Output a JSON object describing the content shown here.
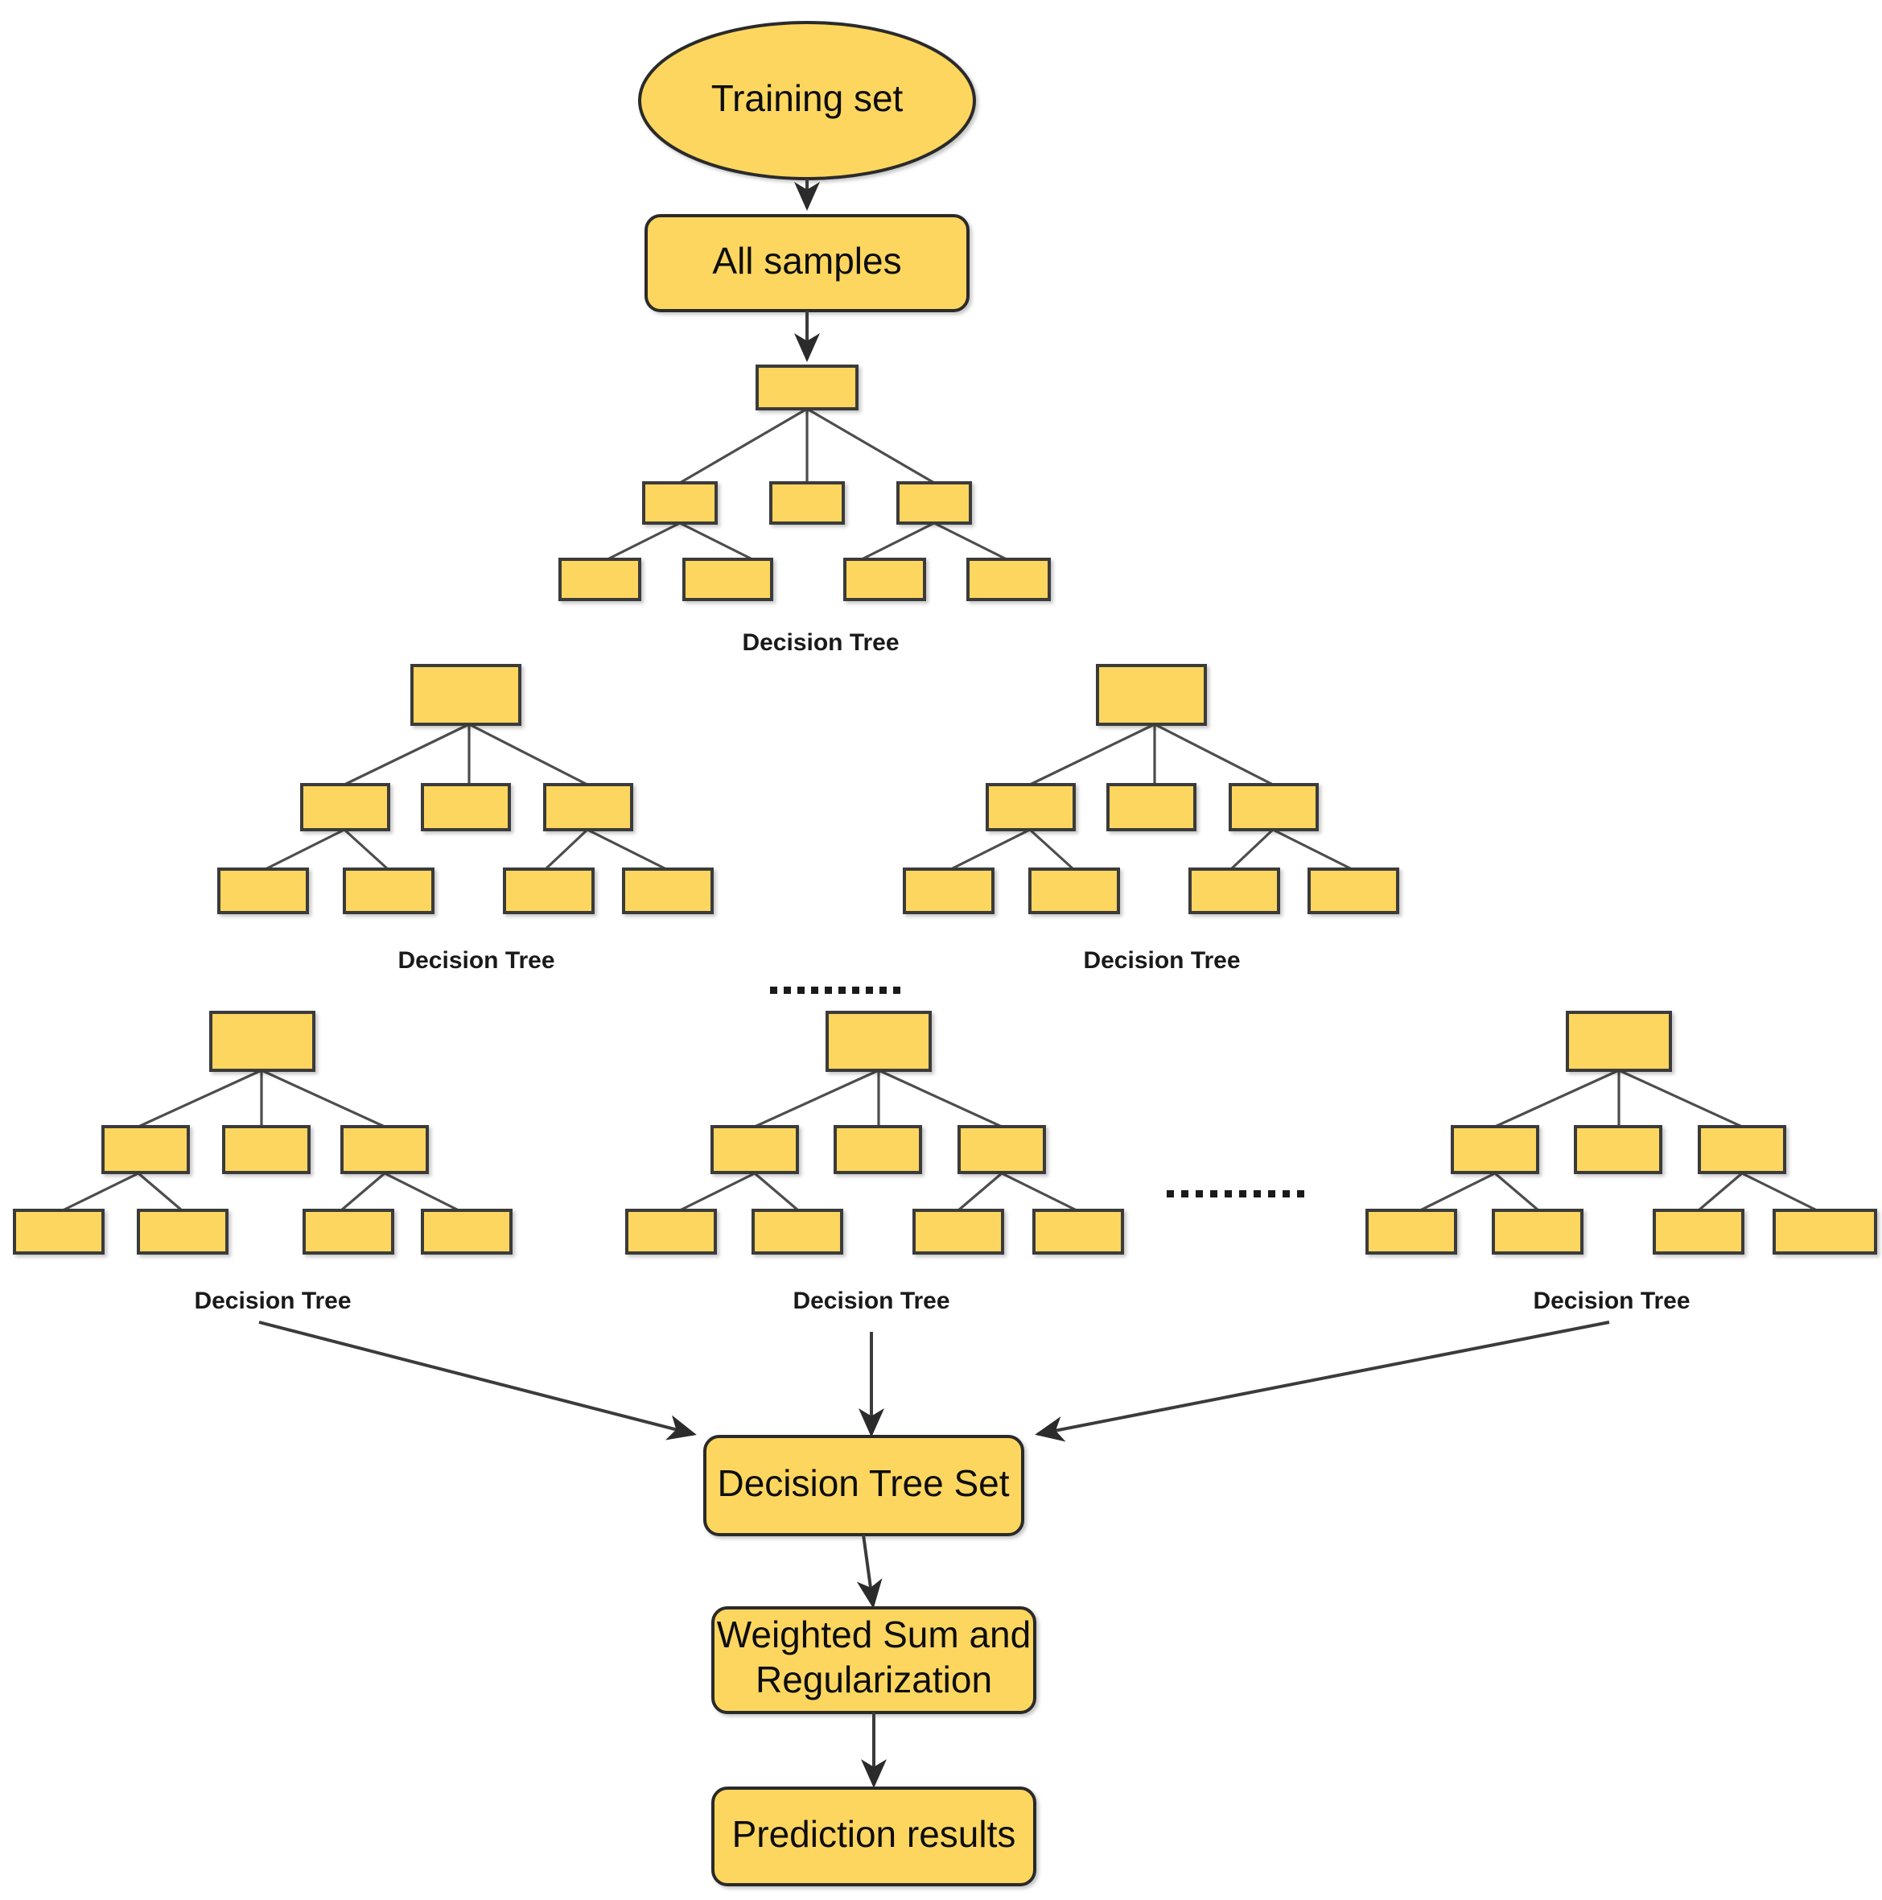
{
  "diagram": {
    "title_nodes": {
      "training_set": "Training set",
      "all_samples": "All samples",
      "decision_tree_set": "Decision Tree Set",
      "weighted_sum": "Weighted Sum and",
      "weighted_sum_2": "Regularization",
      "prediction_results": "Prediction results"
    },
    "tree_label": "Decision Tree",
    "tree_labels": [
      "Decision Tree",
      "Decision Tree",
      "Decision Tree",
      "Decision Tree",
      "Decision Tree",
      "Decision Tree"
    ],
    "ellipsis_glyph": "..........",
    "colors": {
      "node_fill": "#FCD65E",
      "node_stroke": "#2b2b2b",
      "link_stroke": "#4d4d4d",
      "text": "#0d0d0d",
      "background": "#ffffff"
    },
    "tree_structure": {
      "levels": 3,
      "root_children": 3,
      "leaves_per_outer_child": 2,
      "total_nodes": 8
    },
    "flow": [
      "Training set",
      "All samples",
      "Decision Tree",
      "Decision Tree Set",
      "Weighted Sum and Regularization",
      "Prediction results"
    ]
  }
}
